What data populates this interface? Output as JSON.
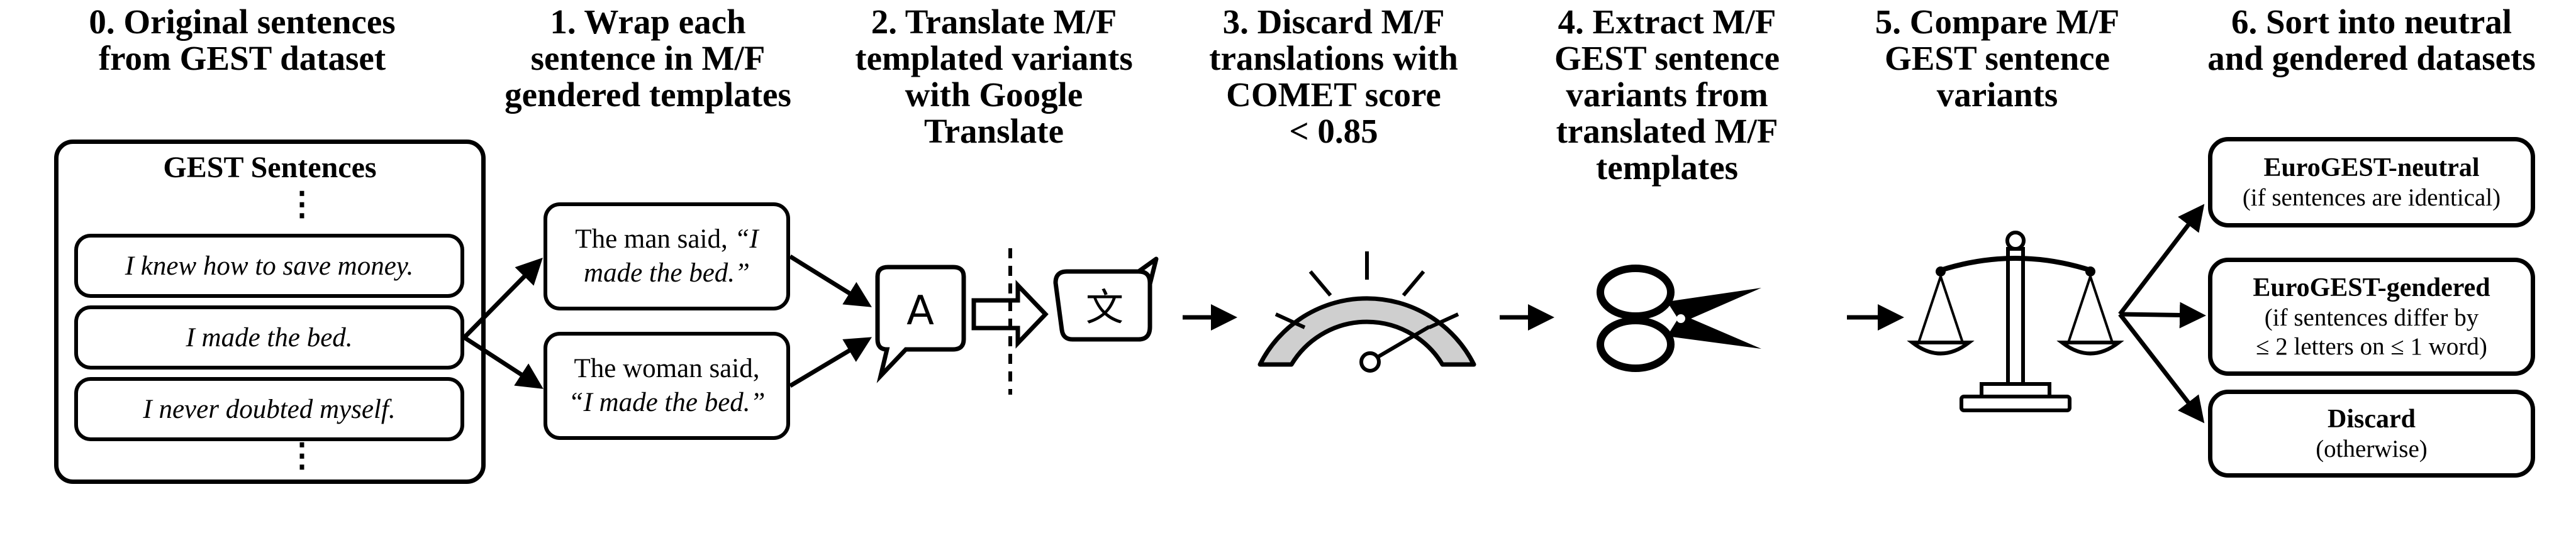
{
  "steps": [
    {
      "lines": [
        "0. Original sentences",
        "from GEST dataset"
      ]
    },
    {
      "lines": [
        "1. Wrap each",
        "sentence in M/F",
        "gendered templates"
      ]
    },
    {
      "lines": [
        "2. Translate M/F",
        "templated variants",
        "with Google",
        "Translate"
      ]
    },
    {
      "lines": [
        "3. Discard M/F",
        "translations with",
        "COMET score",
        "< 0.85"
      ]
    },
    {
      "lines": [
        "4. Extract M/F",
        "GEST sentence",
        "variants from",
        "translated M/F",
        "templates"
      ]
    },
    {
      "lines": [
        "5. Compare M/F",
        "GEST sentence",
        "variants"
      ]
    },
    {
      "lines": [
        "6. Sort into neutral",
        "and gendered datasets"
      ]
    }
  ],
  "gest": {
    "title": "GEST Sentences",
    "ellipsis": "⋮",
    "sentences": [
      "I knew how to save money.",
      "I made the bed.",
      "I never doubted myself."
    ]
  },
  "templates": [
    {
      "prefix": "The man said, ",
      "quote_a": "“I",
      "quote_b": "made the bed.”"
    },
    {
      "prefix": "The woman said,",
      "quote_a": "",
      "quote_b": "“I made the bed.”"
    }
  ],
  "translate_icon": {
    "source_glyph": "A",
    "target_glyph": "文"
  },
  "outputs": [
    {
      "title": "EuroGEST-neutral",
      "desc": [
        "(if sentences are identical)"
      ]
    },
    {
      "title": "EuroGEST-gendered",
      "desc": [
        "(if sentences differ by",
        "≤ 2 letters on ≤ 1 word)"
      ]
    },
    {
      "title": "Discard",
      "desc": [
        "(otherwise)"
      ]
    }
  ],
  "icons": [
    "translate-icon",
    "gauge-icon",
    "scissors-icon",
    "scales-icon"
  ],
  "colors": {
    "gauge_fill": "#cfcfcf",
    "stroke": "#000000"
  }
}
